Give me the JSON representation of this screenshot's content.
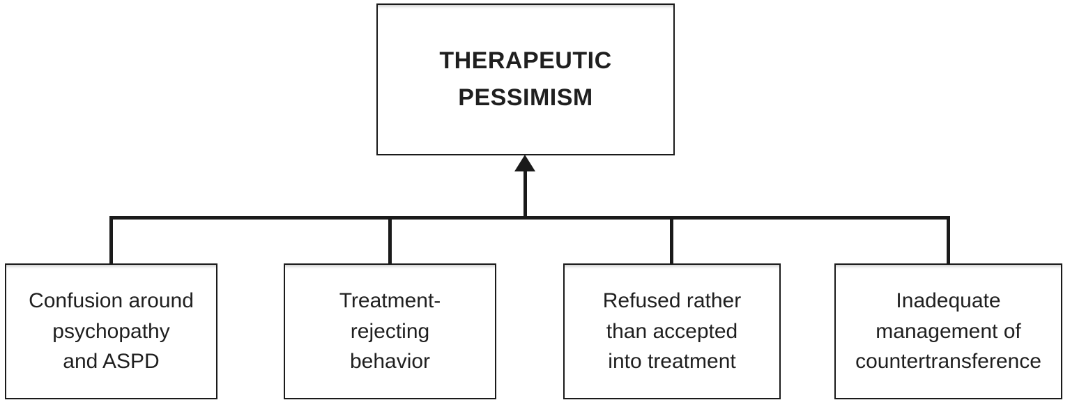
{
  "diagram": {
    "type": "cause-effect flowchart",
    "effect": {
      "label": "THERAPEUTIC\nPESSIMISM"
    },
    "causes": [
      {
        "label": "Confusion around\npsychopathy\nand ASPD"
      },
      {
        "label": "Treatment-\nrejecting\nbehavior"
      },
      {
        "label": "Refused rather\nthan accepted\ninto treatment"
      },
      {
        "label": "Inadequate\nmanagement of\ncountertransference"
      }
    ],
    "connector": {
      "shape": "horizontal bus with four vertical stubs and one upward arrow into effect box"
    }
  },
  "theme": {
    "line": "#1a1a1a",
    "text": "#1f1f1f",
    "bg": "#ffffff"
  }
}
